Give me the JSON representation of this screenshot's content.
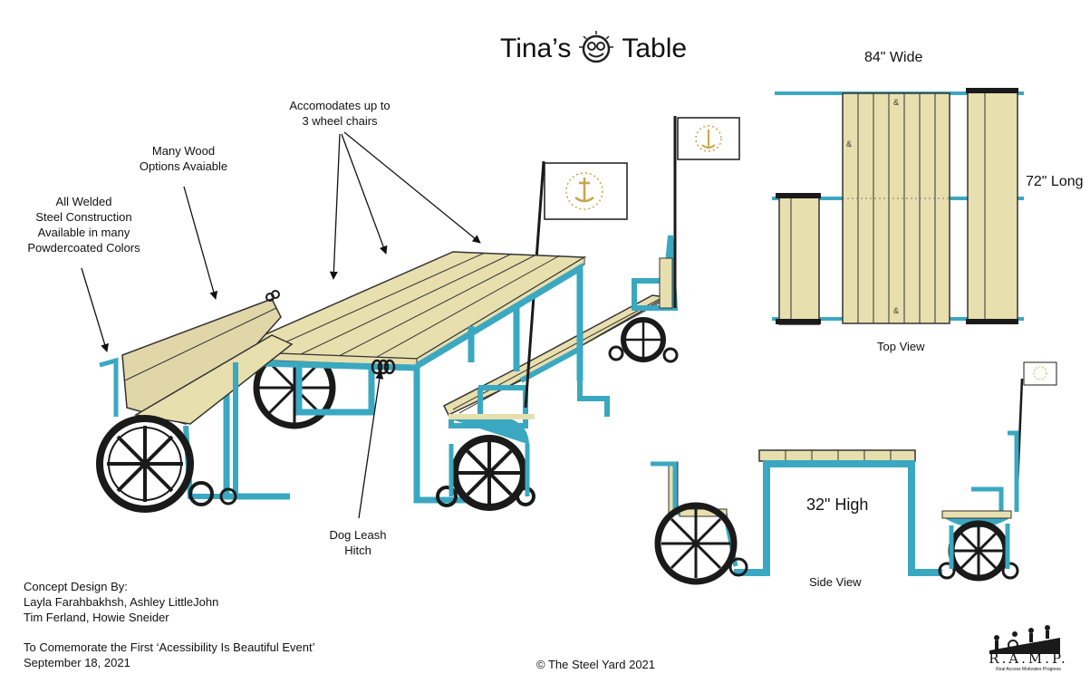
{
  "title": {
    "left": "Tina’s",
    "right": "Table"
  },
  "annotations": {
    "wheelchairs": [
      "Accomodates up to",
      "3 wheel chairs"
    ],
    "wood": [
      "Many Wood",
      "Options Avaiable"
    ],
    "steel": [
      "All Welded",
      "Steel Construction",
      "Available in many",
      "Powdercoated Colors"
    ],
    "leash": [
      "Dog Leash",
      "Hitch"
    ]
  },
  "dimensions": {
    "wide": "84\" Wide",
    "long": "72\" Long",
    "high": "32\" High"
  },
  "views": {
    "top": "Top View",
    "side": "Side View"
  },
  "credits": {
    "heading": "Concept Design By:",
    "line1": "Layla Farahbakhsh, Ashley LittleJohn",
    "line2": "Tim Ferland, Howie Sneider"
  },
  "event": {
    "line1": "To Comemorate the First ‘Acessibility Is Beautiful Event’",
    "line2": "September 18, 2021"
  },
  "copyright": "© The Steel Yard 2021",
  "logo": {
    "name": "R.A.M.P.",
    "tagline": "Real Access Motivates Progress"
  },
  "colors": {
    "frame": "#3aa8c1",
    "wood": "#e8dfae",
    "wood_line": "#333333",
    "wheel": "#1a1a1a"
  }
}
